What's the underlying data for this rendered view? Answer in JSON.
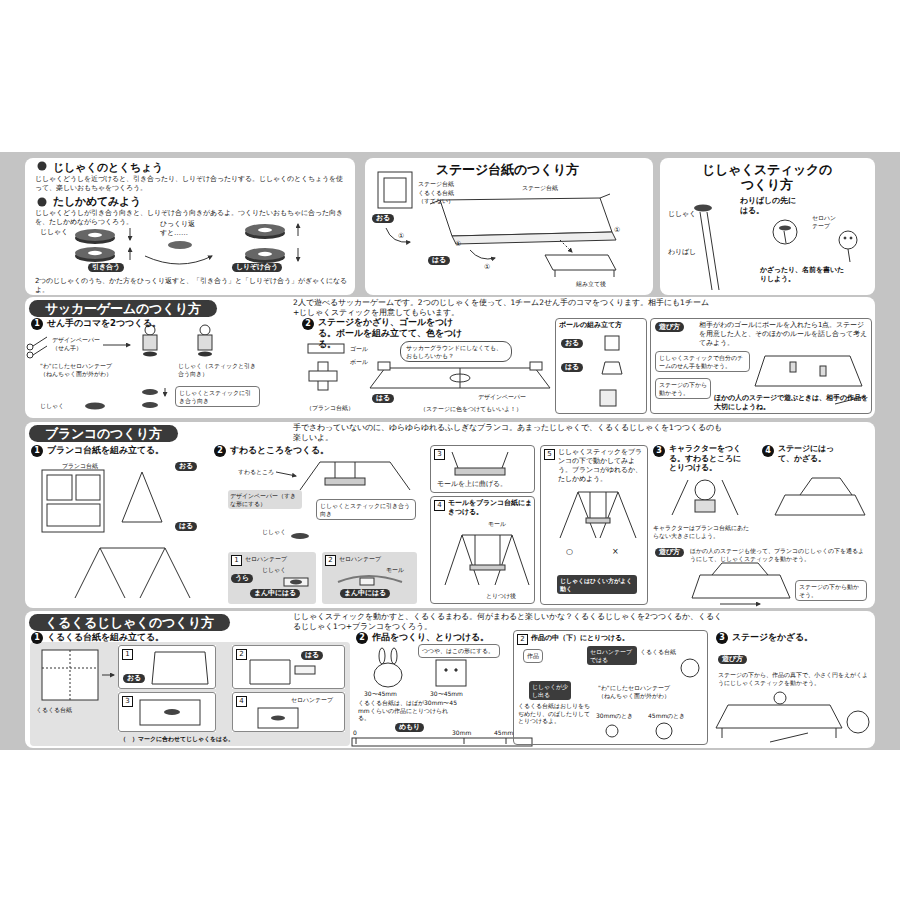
{
  "diagram": {
    "nodes": [
      {
        "text": [
          "じしゃくのとくちょう",
          "じしゃくどうしを近づけると、引き合ったり、しりぞけ合ったりする。じしゃくのとくちょうを使って、楽しいおもちゃをつくろう。",
          "たしかめてみよう",
          "じしゃくどうしが引き合う向きと、しりぞけ合う向きがあるよ。つくりたいおもちゃに合った向きを、たしかめながらつくろう。"
        ]
      },
      {
        "text": [
          "引き合う"
        ],
        "in": 0
      },
      {
        "text": [
          "しりぞけ合う"
        ],
        "in": 0
      },
      {
        "text": [
          "ステージ台紙のつくり方"
        ]
      },
      {
        "text": [
          "おる"
        ],
        "in": 3
      },
      {
        "text": [
          "はる"
        ],
        "in": 3
      },
      {
        "text": [
          "じしゃくスティックのつくり方"
        ]
      },
      {
        "text": [
          "サッカーゲームのつくり方",
          "2人で遊べるサッカーゲームです。2つのじしゃくを使って、1チーム2せん手のコマをつくります。相手にも1チーム+じしゃくスティックを用意してもらいます。"
        ]
      },
      {
        "text": [
          "じしゃくとスティックに引き合う向き"
        ],
        "in": 7
      },
      {
        "text": [
          "サッカーグラウンドにしなくても、おもしろいかも？"
        ],
        "in": 7
      },
      {
        "text": [
          "はる"
        ],
        "in": 7
      },
      {
        "text": [
          "ボールの組み立て方"
        ],
        "in": 7
      },
      {
        "text": [
          "おる"
        ],
        "in": 11
      },
      {
        "text": [
          "はる"
        ],
        "in": 11
      },
      {
        "text": [
          "遊び方",
          "相手がわのゴールにボールを入れたら1点。ステージを用意した人と、そのほかのルールを話し合って考えてみよう。"
        ],
        "in": 7
      },
      {
        "text": [
          "じしゃくスティックで自分のチームのせん手を動かそう。"
        ],
        "in": 14
      },
      {
        "text": [
          "ステージの下から動かそう。"
        ],
        "in": 14
      },
      {
        "text": [
          "ブランコのつくり方",
          "手でさわっていないのに、ゆらゆらゆれるふしぎなブランコ。あまったじしゃくで、くるくるじしゃくを1つつくるのも楽しいよ。"
        ]
      },
      {
        "text": [
          "おる"
        ],
        "in": 17
      },
      {
        "text": [
          "はる"
        ],
        "in": 17
      },
      {
        "text": [
          "デザインペーパー（すきな形にする）"
        ],
        "in": 17
      },
      {
        "text": [
          "じしゃくとスティックに引き合う向き"
        ],
        "in": 17
      },
      {
        "text": [
          "1",
          "セロハンテープ"
        ],
        "in": 17
      },
      {
        "text": [
          "うら"
        ],
        "in": 22
      },
      {
        "text": [
          "まん中にはる"
        ],
        "in": 22
      },
      {
        "text": [
          "2",
          "セロハンテープ"
        ],
        "in": 17
      },
      {
        "text": [
          "まん中にはる"
        ],
        "in": 25
      },
      {
        "text": [
          "3",
          "モールを上に曲げる。"
        ],
        "in": 17
      },
      {
        "text": [
          "4",
          "モールをブランコ台紙にまきつける。"
        ],
        "in": 17
      },
      {
        "text": [
          "5",
          "じしゃくスティックをブランコの下で動かしてみよう。ブランコがゆれるか、たしかめよう。"
        ],
        "in": 17
      },
      {
        "text": [
          "じしゃくはひくい方がよく動く"
        ],
        "in": 29
      },
      {
        "text": [
          "遊び方"
        ],
        "in": 17
      },
      {
        "text": [
          "ステージの下から動かそう。"
        ],
        "in": 17
      },
      {
        "text": [
          "くるくるじしゃくのつくり方",
          "じしゃくスティックを動かすと、くるくるまわる。何がまわると楽しいかな？くるくるじしゃくを2つつくるか、くるくるじしゃく1つ+ブランコをつくろう。"
        ]
      },
      {
        "text": [
          "1"
        ],
        "in": 33
      },
      {
        "text": [
          "おる"
        ],
        "in": 34
      },
      {
        "text": [
          "2"
        ],
        "in": 33
      },
      {
        "text": [
          "はる"
        ],
        "in": 36
      },
      {
        "text": [
          "3"
        ],
        "in": 33
      },
      {
        "text": [
          "4",
          "セロハンテープ"
        ],
        "in": 33
      },
      {
        "text": [
          "つつや、はこの形にする。"
        ],
        "in": 33
      },
      {
        "text": [
          "めもり"
        ],
        "in": 33
      },
      {
        "text": [
          "2",
          "作品の中（下）にとりつける。"
        ],
        "in": 33
      },
      {
        "text": [
          "作品"
        ],
        "in": 42
      },
      {
        "text": [
          "セロハンテープではる"
        ],
        "in": 42
      },
      {
        "text": [
          "じしゃくが少し出る"
        ],
        "in": 42
      },
      {
        "text": [
          "遊び方"
        ],
        "in": 33
      }
    ],
    "labels": [
      "じしゃく",
      "ひっくり返すと……",
      "2つのじしゃくのうち、かた方をひっくり返すと、「引き合う」と「しりぞけ合う」がぎゃくになるよ。",
      "ステージ台紙",
      "くるくる台紙（すてない）",
      "ステージ台紙",
      "①",
      "①",
      "①",
      "①",
      "組み立て後",
      "じしゃく",
      "わりばし",
      "わりばしの先にはる。",
      "セロハンテープ",
      "かざったり、名前を書いたりしよう。",
      "1",
      "せん手のコマを2つつくる。",
      "デザインペーパー（せん手）",
      "\"わ\"にしたセロハンテープ（ねんちゃく面が外がわ）",
      "じしゃく",
      "じしゃく（スティックと引き合う向き）",
      "2",
      "ステージをかざり、ゴールをつける。ボールを組み立てて、色をつける。",
      "ゴール",
      "ボール",
      "（ブランコ台紙）",
      "デザインペーパー",
      "（ステージに色をつけてもいいよ！）",
      "ほかの人のステージで遊ぶときは、相手の作品を大切にしようね。",
      "1",
      "ブランコ台紙を組み立てる。",
      "ブランコ台紙",
      "2",
      "すわるところをつくる。",
      "すわるところ",
      "じしゃく",
      "じしゃく",
      "モール",
      "モール",
      "とりつけ後",
      "○",
      "×",
      "3",
      "キャラクターをつくる。すわるところにとりつける。",
      "キャラクターはブランコ台紙にあたらない大きさにしよう。",
      "4",
      "ステージにはって、かざる。",
      "ほかの人のステージも使って、ブランコのじしゃくの下を通るようにして、じしゃくスティックを動かそう。",
      "1",
      "くるくる台紙を組み立てる。",
      "くるくる台紙",
      "（　）マークに合わせてじしゃくをはる。",
      "2",
      "作品をつくり、とりつける。",
      "30〜45mm",
      "30〜45mm",
      "くるくる台紙は、はばが30mm〜45mmくらいの作品にとりつけられる。",
      "0",
      "30mm",
      "45mm",
      "くるくる台紙",
      "\"わ\"にしたセロハンテープ（ねんちゃく面が外がわ）",
      "くるくる台紙はおしりをちぢめたり、のばしたりしてとりつけるよ。",
      "30mmのとき",
      "45mmのとき",
      "3",
      "ステージをかざる。",
      "ステージの下から、作品の真下で、小さく円をえがくようにじしゃくスティックを動かそう。"
    ]
  }
}
